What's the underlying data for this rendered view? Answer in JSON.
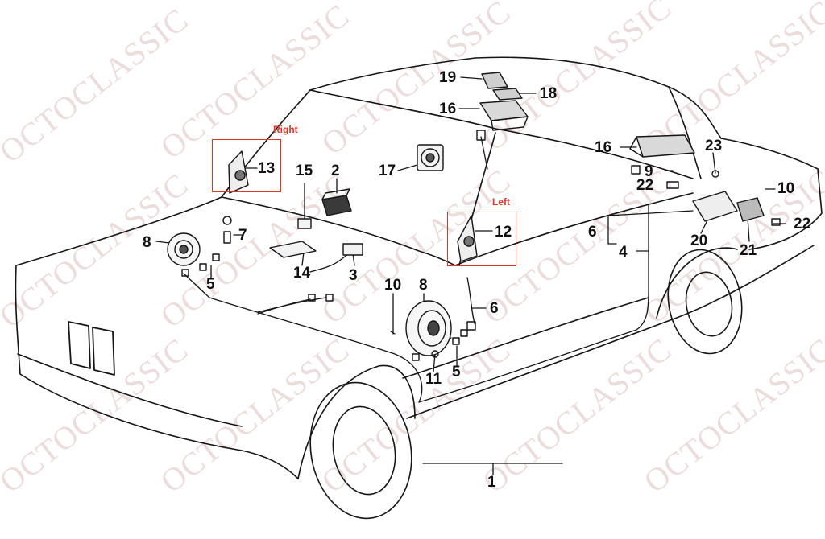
{
  "watermark": "OCTOCLASSIC",
  "highlight_color": "#e0342a",
  "highlights": {
    "right": {
      "label": "Right",
      "callout": "13"
    },
    "left": {
      "label": "Left",
      "callout": "12"
    }
  },
  "callouts": {
    "c1": "1",
    "c2": "2",
    "c3": "3",
    "c4": "4",
    "c5a": "5",
    "c5b": "5",
    "c6a": "6",
    "c6b": "6",
    "c7": "7",
    "c8a": "8",
    "c8b": "8",
    "c9": "9",
    "c10a": "10",
    "c10b": "10",
    "c11": "11",
    "c14": "14",
    "c15": "15",
    "c16a": "16",
    "c16b": "16",
    "c17": "17",
    "c18": "18",
    "c19": "19",
    "c20": "20",
    "c21": "21",
    "c22a": "22",
    "c22b": "22",
    "c23": "23"
  }
}
